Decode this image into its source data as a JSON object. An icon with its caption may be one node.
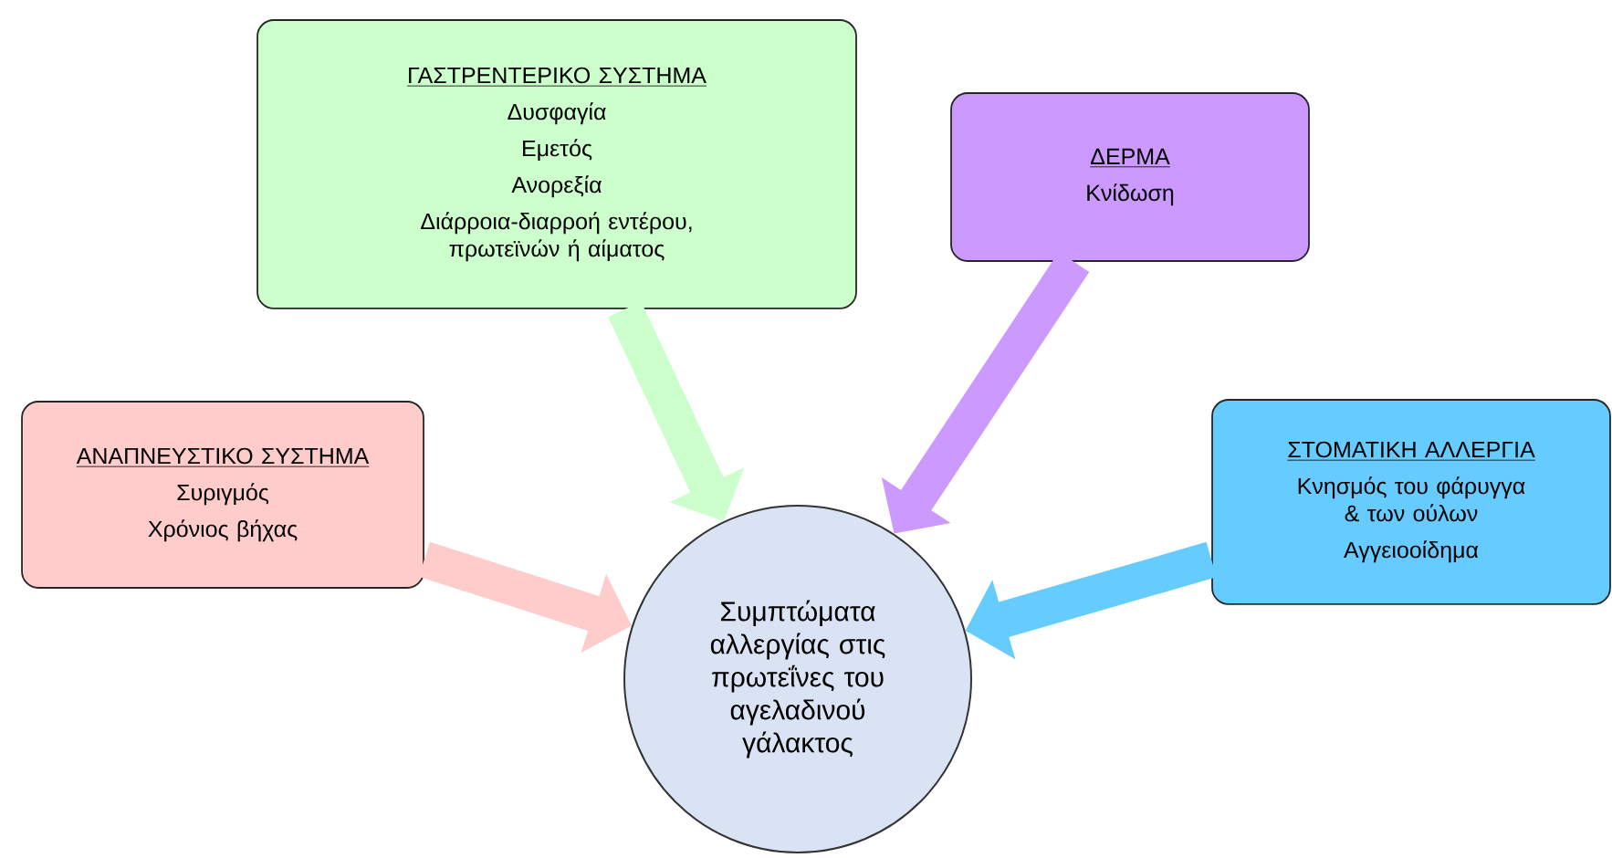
{
  "diagram": {
    "nodes": [
      {
        "text": [
          "ΓΑΣΤΡΕΝΤΕΡΙΚΟ ΣΥΣΤΗΜΑ",
          "Δυσφαγία",
          "Εμετός",
          "Ανορεξία",
          "Διάρροια-διαρροή εντέρου, πρωτεϊνών ή αίματος"
        ]
      },
      {
        "text": [
          "ΔΕΡΜΑ",
          "Κνίδωση"
        ]
      },
      {
        "text": [
          "ΑΝΑΠΝΕΥΣΤΙΚΟ ΣΥΣΤΗΜΑ",
          "Συριγμός",
          "Χρόνιος βήχας"
        ]
      },
      {
        "text": [
          "ΣΤΟΜΑΤΙΚΗ ΑΛΛΕΡΓΙΑ",
          "Κνησμός του φάρυγγα & των ούλων",
          "Αγγειοοίδημα"
        ]
      },
      {
        "text": [
          "Συμπτώματα αλλεργίας στις πρωτεΐνες του αγελαδινού γάλακτος"
        ]
      }
    ],
    "edges": [
      {
        "from": 0,
        "to": 4,
        "arrow": "to",
        "color": "#ccffcc"
      },
      {
        "from": 1,
        "to": 4,
        "arrow": "to",
        "color": "#cc99ff"
      },
      {
        "from": 2,
        "to": 4,
        "arrow": "to",
        "color": "#ffcccc"
      },
      {
        "from": 3,
        "to": 4,
        "arrow": "to",
        "color": "#66ccff"
      }
    ]
  }
}
